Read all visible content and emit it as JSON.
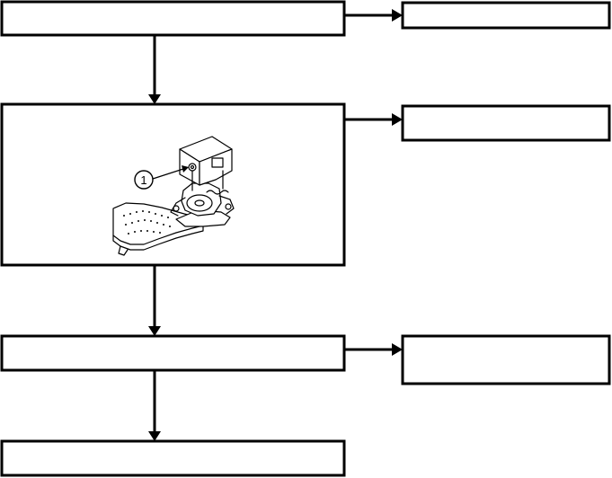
{
  "flowchart": {
    "main_steps": [
      {
        "id": "step-1",
        "label": ""
      },
      {
        "id": "step-2",
        "label": ""
      },
      {
        "id": "step-3",
        "label": ""
      },
      {
        "id": "step-4",
        "label": ""
      }
    ],
    "side_boxes": [
      {
        "id": "side-1",
        "label": ""
      },
      {
        "id": "side-2",
        "label": ""
      },
      {
        "id": "side-3",
        "label": ""
      }
    ],
    "illustration": {
      "callout_number": "1",
      "subject": "assembly-line-drawing"
    },
    "colors": {
      "stroke": "#000000",
      "background": "#ffffff"
    }
  }
}
